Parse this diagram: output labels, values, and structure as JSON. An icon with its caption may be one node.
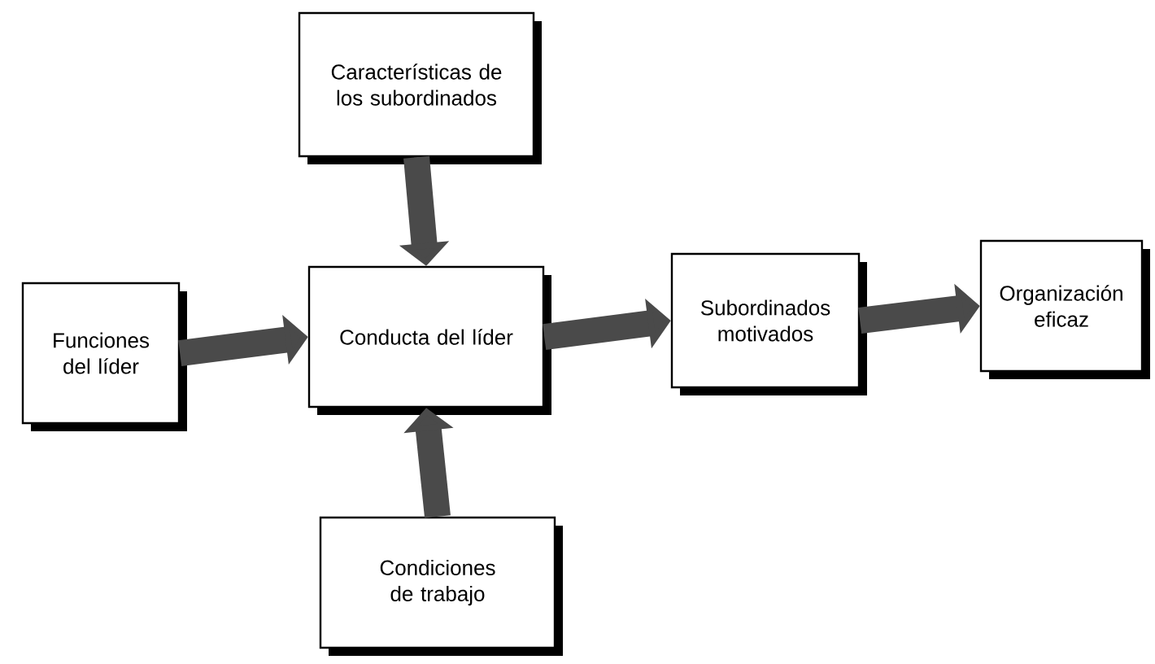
{
  "diagram": {
    "nodes": [
      {
        "text": [
          "Características de los subordinados"
        ]
      },
      {
        "text": [
          "Funciones del líder"
        ]
      },
      {
        "text": [
          "Conducta del líder"
        ]
      },
      {
        "text": [
          "Subordinados motivados"
        ]
      },
      {
        "text": [
          "Organización eficaz"
        ]
      },
      {
        "text": [
          "Condiciones de trabajo"
        ]
      }
    ],
    "edges": [
      {
        "from": 0,
        "to": 2,
        "arrow": "to"
      },
      {
        "from": 1,
        "to": 2,
        "arrow": "to"
      },
      {
        "from": 5,
        "to": 2,
        "arrow": "to"
      },
      {
        "from": 2,
        "to": 3,
        "arrow": "to"
      },
      {
        "from": 3,
        "to": 4,
        "arrow": "to"
      }
    ]
  }
}
